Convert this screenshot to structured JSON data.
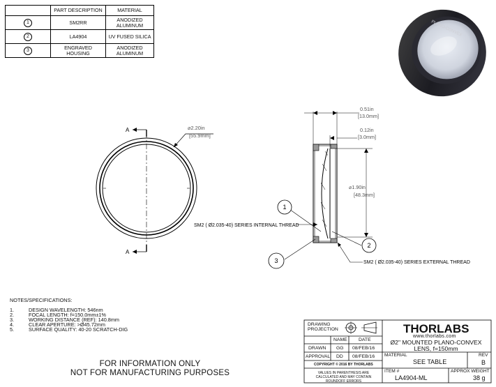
{
  "parts_table": {
    "headers": [
      "",
      "PART DESCRIPTION",
      "MATERIAL"
    ],
    "rows": [
      {
        "item": "1",
        "description": "SM2RR",
        "material": "ANODIZED ALUMINUM"
      },
      {
        "item": "2",
        "description": "LA4904",
        "material": "UV FUSED SILICA"
      },
      {
        "item": "3",
        "description": "ENGRAVED HOUSING",
        "material": "ANODIZED ALUMINUM"
      }
    ]
  },
  "front_view": {
    "section_label_top": "A",
    "section_label_bottom": "A",
    "diameter_in": "2.20in",
    "diameter_mm": "[55.9mm]"
  },
  "side_view": {
    "overall_thickness_in": "0.51in",
    "overall_thickness_mm": "[13.0mm]",
    "lens_thickness_in": "0.12in",
    "lens_thickness_mm": "[3.0mm]",
    "clear_dia_in": "1.90in",
    "clear_dia_mm": "[48.3mm]",
    "internal_thread": "SM2 ( Ø2.035-40) SERIES INTERNAL THREAD",
    "external_thread": "SM2 ( Ø2.035-40) SERIES EXTERNAL THREAD",
    "balloons": [
      "1",
      "2",
      "3"
    ],
    "product_engraving": "PLANO-CONVEX"
  },
  "notes": {
    "title": "NOTES/SPECIFICATIONS:",
    "items": [
      {
        "num": "1.",
        "text": "DESIGN WAVELENGTH: 546nm"
      },
      {
        "num": "2.",
        "text": "FOCAL LENGTH: f=150.0mm±1%"
      },
      {
        "num": "3.",
        "text": "WORKING DISTANCE (REF): 140.8mm"
      },
      {
        "num": "4.",
        "text": "CLEAR APERTURE: >Ø45.72mm"
      },
      {
        "num": "5.",
        "text": "SURFACE QUALITY: 40-20 SCRATCH-DIG"
      }
    ]
  },
  "disclaimer": {
    "line1": "FOR INFORMATION ONLY",
    "line2": "NOT FOR MANUFACTURING PURPOSES"
  },
  "title_block": {
    "projection_label": "DRAWING PROJECTION",
    "col_name": "NAME",
    "col_date": "DATE",
    "drawn_label": "DRAWN",
    "drawn_name": "GG",
    "drawn_date": "08/FEB/16",
    "approval_label": "APPROVAL",
    "approval_name": "DD",
    "approval_date": "08/FEB/16",
    "copyright": "COPYRIGHT © 2016 BY THORLABS",
    "values_note": "VALUES IN PARENTHESIS ARE CALCULATED AND MAY CONTAIN ROUNDOFF ERRORS",
    "company": "THORLABS",
    "website": "www.thorlabs.com",
    "title": "Ø2\" MOUNTED PLANO-CONVEX LENS, f=150mm",
    "material_label": "MATERIAL",
    "material_value": "SEE TABLE",
    "rev_label": "REV",
    "rev_value": "B",
    "item_label": "ITEM #",
    "item_value": "LA4904-ML",
    "weight_label": "APPROX WEIGHT",
    "weight_value": "38 g"
  }
}
